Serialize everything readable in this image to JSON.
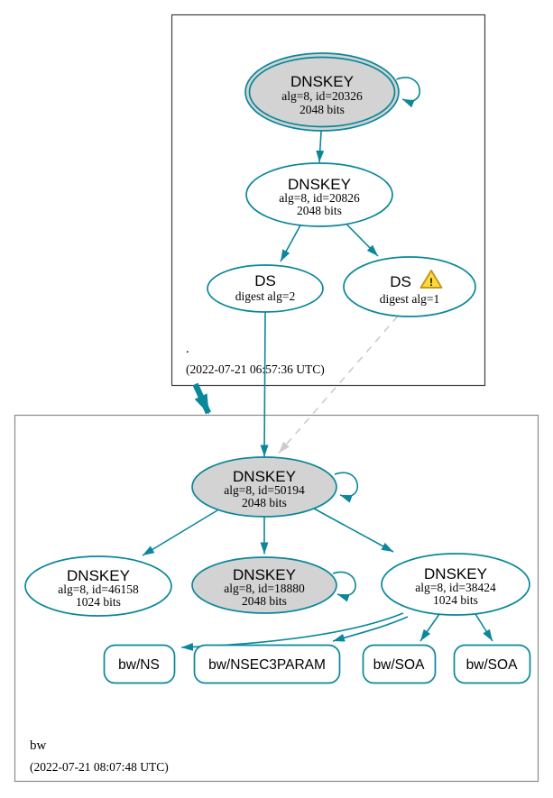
{
  "zones": {
    "root": {
      "label": ".",
      "timestamp": "(2022-07-21 06:57:36 UTC)"
    },
    "bw": {
      "label": "bw",
      "timestamp": "(2022-07-21 08:07:48 UTC)"
    }
  },
  "nodes": {
    "root_ksk": {
      "title": "DNSKEY",
      "detail1": "alg=8, id=20326",
      "detail2": "2048 bits"
    },
    "root_zsk": {
      "title": "DNSKEY",
      "detail1": "alg=8, id=20826",
      "detail2": "2048 bits"
    },
    "root_ds_alg2": {
      "title": "DS",
      "detail1": "digest alg=2"
    },
    "root_ds_alg1": {
      "title": "DS",
      "detail1": "digest alg=1"
    },
    "bw_ksk": {
      "title": "DNSKEY",
      "detail1": "alg=8, id=50194",
      "detail2": "2048 bits"
    },
    "bw_dnskey_46158": {
      "title": "DNSKEY",
      "detail1": "alg=8, id=46158",
      "detail2": "1024 bits"
    },
    "bw_dnskey_18880": {
      "title": "DNSKEY",
      "detail1": "alg=8, id=18880",
      "detail2": "2048 bits"
    },
    "bw_dnskey_38424": {
      "title": "DNSKEY",
      "detail1": "alg=8, id=38424",
      "detail2": "1024 bits"
    },
    "bw_ns": {
      "label": "bw/NS"
    },
    "bw_nsec3param": {
      "label": "bw/NSEC3PARAM"
    },
    "bw_soa_1": {
      "label": "bw/SOA"
    },
    "bw_soa_2": {
      "label": "bw/SOA"
    }
  },
  "icons": {
    "warning_mark": "!"
  },
  "colors": {
    "edge_secure": "#0a879a",
    "ksk_fill": "#d3d3d3",
    "node_fill": "#ffffff",
    "dashed_edge": "#cccccc",
    "warning_fill": "#fcdb3c",
    "warning_border": "#c59a1a",
    "root_cluster_border": "#3f3f3f",
    "bw_cluster_border": "#8a8a8a"
  }
}
